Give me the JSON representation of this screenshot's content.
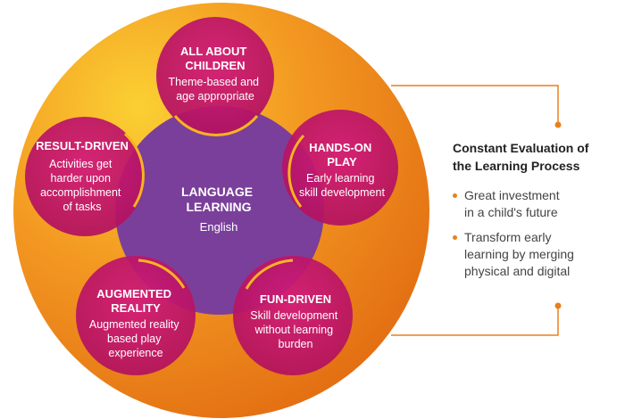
{
  "center": {
    "title": [
      "LANGUAGE",
      "LEARNING"
    ],
    "text": [
      "English"
    ]
  },
  "petals": [
    {
      "id": "top",
      "title": [
        "ALL ABOUT",
        "CHILDREN"
      ],
      "text": [
        "Theme-based and",
        "age appropriate"
      ]
    },
    {
      "id": "right",
      "title": [
        "HANDS-ON",
        "PLAY"
      ],
      "text": [
        "Early learning",
        "skill development"
      ]
    },
    {
      "id": "bottom-right",
      "title": [
        "FUN-DRIVEN"
      ],
      "text": [
        "Skill development",
        "without learning",
        "burden"
      ]
    },
    {
      "id": "bottom-left",
      "title": [
        "AUGMENTED",
        "REALITY"
      ],
      "text": [
        "Augmented reality",
        "based play",
        "experience"
      ]
    },
    {
      "id": "left",
      "title": [
        "RESULT-DRIVEN"
      ],
      "text": [
        "Activities get",
        "harder upon",
        "accomplishment",
        "of tasks"
      ]
    }
  ],
  "side": {
    "title": [
      "Constant Evaluation of",
      "the Learning Process"
    ],
    "bullets": [
      [
        "Great investment",
        "in a child's future"
      ],
      [
        "Transform early",
        "learning by merging",
        "physical and digital"
      ]
    ]
  },
  "colors": {
    "outer_light": "#fbd033",
    "outer_dark": "#e26c12",
    "petal": "#c81773",
    "center": "#7a3f9a",
    "accent": "#e8801a"
  }
}
